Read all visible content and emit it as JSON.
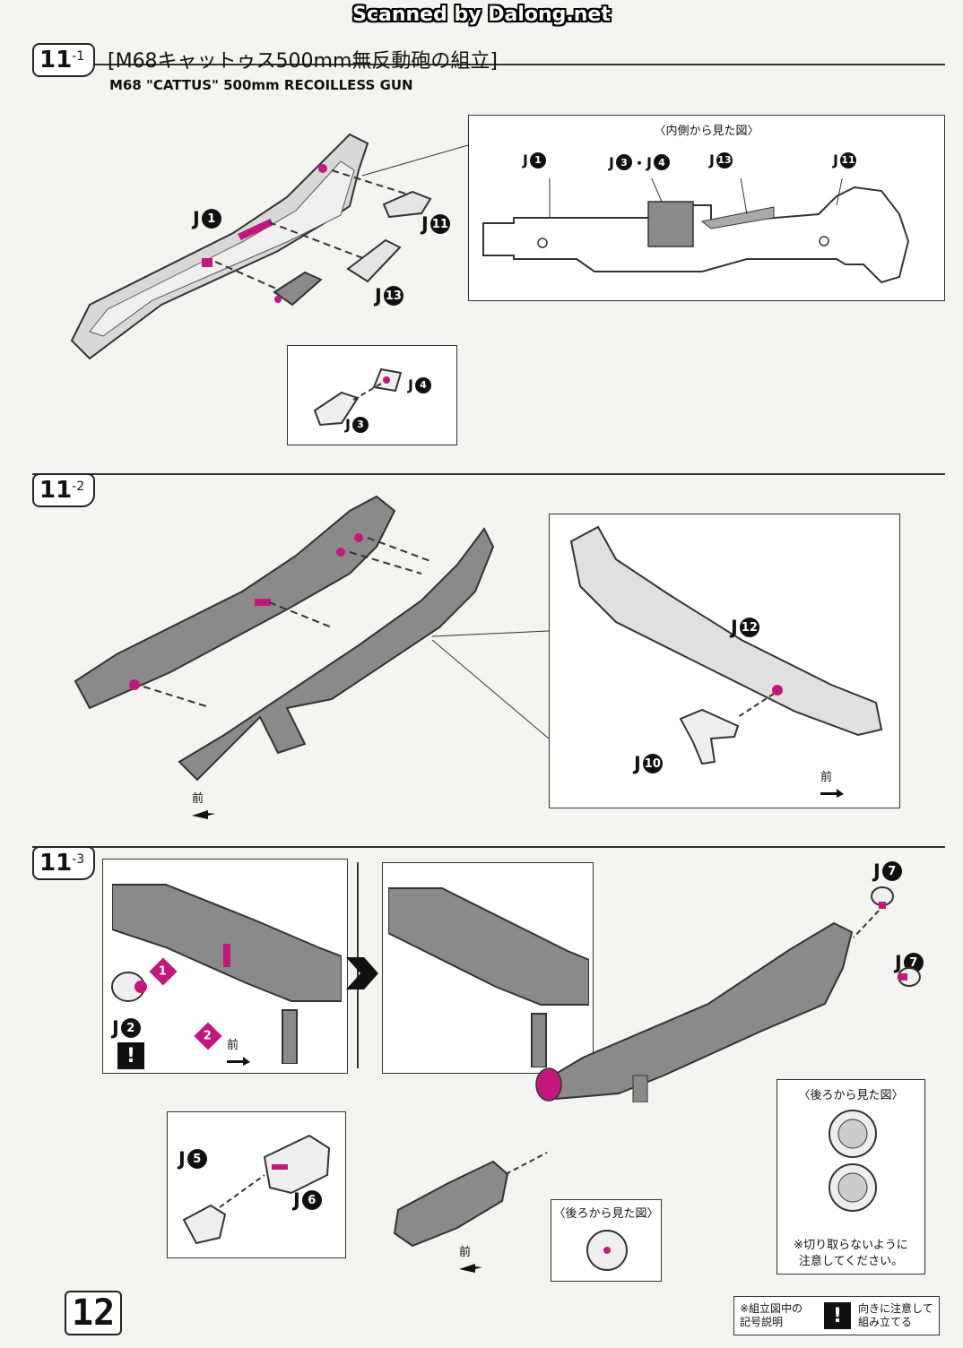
{
  "watermark": "Scanned by Dalong.net",
  "steps": [
    {
      "number": "11",
      "sub": "-1",
      "title_jp": "[M68キャットゥス500mm無反動砲の組立]",
      "title_en": "M68 \"CATTUS\" 500mm RECOILLESS GUN",
      "inset_caption": "〈内側から見た図〉",
      "parts": [
        {
          "letter": "J",
          "num": "1"
        },
        {
          "letter": "J",
          "num": "11"
        },
        {
          "letter": "J",
          "num": "13"
        },
        {
          "letter": "J",
          "num": "4"
        },
        {
          "letter": "J",
          "num": "3"
        }
      ],
      "inset_parts": [
        {
          "letter": "J",
          "num": "1"
        },
        {
          "letter": "J",
          "num": "3",
          "sep": "・",
          "num2": "4"
        },
        {
          "letter": "J",
          "num": "13"
        },
        {
          "letter": "J",
          "num": "11"
        }
      ]
    },
    {
      "number": "11",
      "sub": "-2",
      "parts": [
        {
          "letter": "J",
          "num": "12"
        },
        {
          "letter": "J",
          "num": "10"
        }
      ],
      "front_label": "前"
    },
    {
      "number": "11",
      "sub": "-3",
      "parts": [
        {
          "letter": "J",
          "num": "2"
        },
        {
          "letter": "J",
          "num": "7"
        },
        {
          "letter": "J",
          "num": "7"
        },
        {
          "letter": "J",
          "num": "5"
        },
        {
          "letter": "J",
          "num": "6"
        }
      ],
      "step_markers": [
        "1",
        "2"
      ],
      "rear_caption": "〈後ろから見た図〉",
      "rear_caption2": "〈後ろから見た図〉",
      "note_line1": "※切り取らないように",
      "note_line2": "注意してください。",
      "front_label": "前"
    }
  ],
  "page_number": "12",
  "legend": {
    "line1": "※組立図中の",
    "line2": "記号説明",
    "warn_symbol": "!",
    "warn_line1": "向きに注意して",
    "warn_line2": "組み立てる"
  },
  "colors": {
    "accent": "#c2187e",
    "line": "#333333",
    "part_gray": "#8a8a8a"
  }
}
